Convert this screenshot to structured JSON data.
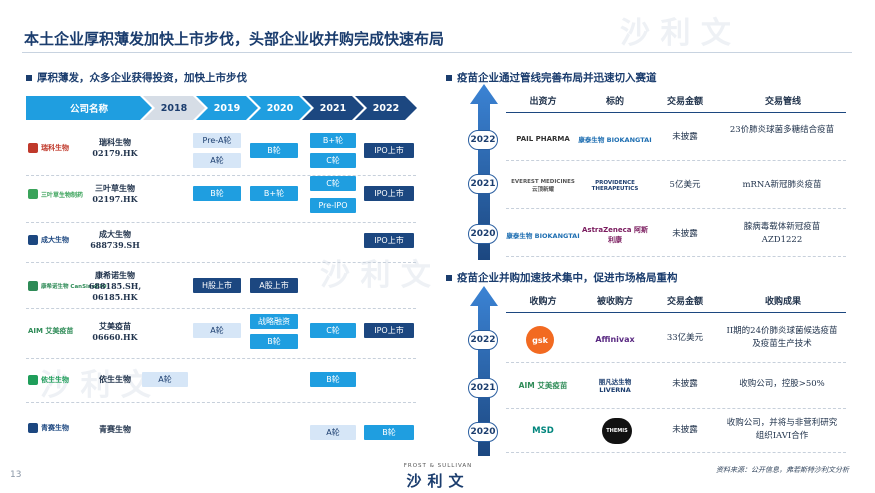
{
  "header": {
    "title": "本土企业厚积薄发加快上市步伐，头部企业收并购完成快速布局"
  },
  "left": {
    "section_title": "厚积薄发，众多企业获得投资，加快上市步伐",
    "timeline": {
      "label": "公司名称",
      "years": [
        "2018",
        "2019",
        "2020",
        "2021",
        "2022"
      ]
    },
    "companies": [
      {
        "logo_text": "瑞科生物",
        "name": "瑞科生物",
        "code": "02179.HK",
        "color": "#c0392b"
      },
      {
        "logo_text": "三叶草生物制药",
        "name": "三叶草生物",
        "code": "02197.HK",
        "color": "#3aa35a"
      },
      {
        "logo_text": "成大生物",
        "name": "成大生物",
        "code": "688739.SH",
        "color": "#1c4780"
      },
      {
        "logo_text": "康希诺生物 CanSinoBIO",
        "name": "康希诺生物",
        "code": "688185.SH,\n06185.HK",
        "color": "#2e8b57"
      },
      {
        "logo_text": "AIM 艾美疫苗",
        "name": "艾美疫苗",
        "code": "06660.HK",
        "color": "#2e8b57"
      },
      {
        "logo_text": "依生生物",
        "name": "依生生物",
        "code": "",
        "color": "#1f9e5a"
      },
      {
        "logo_text": "青赛生物",
        "name": "青赛生物",
        "code": "",
        "color": "#1c4780"
      }
    ],
    "boxes": {
      "r1_2019a": "Pre-A轮",
      "r1_2019b": "A轮",
      "r1_2020": "B轮",
      "r1_2021a": "B+轮",
      "r1_2021b": "C轮",
      "r1_2022": "IPO上市",
      "r2_2019": "B轮",
      "r2_2020": "B+轮",
      "r2_2021a": "C轮",
      "r2_2021b": "Pre-IPO",
      "r2_2022": "IPO上市",
      "r3_2022": "IPO上市",
      "r4_2019": "H股上市",
      "r4_2020": "A股上市",
      "r5_2019": "A轮",
      "r5_2020a": "战略融资",
      "r5_2020b": "B轮",
      "r5_2021": "C轮",
      "r5_2022": "IPO上市",
      "r6_2018": "A轮",
      "r6_2021": "B轮",
      "r7_2021": "A轮",
      "r7_2022": "B轮"
    }
  },
  "right_top": {
    "section_title": "疫苗企业通过管线完善布局并迅速切入赛道",
    "headers": [
      "出资方",
      "标的",
      "交易金额",
      "交易管线"
    ],
    "rows": [
      {
        "year": "2022",
        "investor": "PAIL PHARMA",
        "target": "康泰生物 BIOKANGTAI",
        "amount": "未披露",
        "pipeline": "23价肺炎球菌多糖结合疫苗"
      },
      {
        "year": "2021",
        "investor": "EVEREST MEDICINES 云顶新耀",
        "target": "PROVIDENCE THERAPEUTICS",
        "amount": "5亿美元",
        "pipeline": "mRNA新冠肺炎疫苗"
      },
      {
        "year": "2020",
        "investor": "康泰生物 BIOKANGTAI",
        "target": "AstraZeneca 阿斯利康",
        "amount": "未披露",
        "pipeline": "腺病毒载体新冠疫苗AZD1222"
      }
    ]
  },
  "right_bottom": {
    "section_title": "疫苗企业并购加速技术集中，促进市场格局重构",
    "headers": [
      "收购方",
      "被收购方",
      "交易金额",
      "收购成果"
    ],
    "rows": [
      {
        "year": "2022",
        "acquirer": "gsk",
        "target": "Affinivax",
        "amount": "33亿美元",
        "result": "II期的24价肺炎球菌候选疫苗及疫苗生产技术"
      },
      {
        "year": "2021",
        "acquirer": "AIM 艾美疫苗",
        "target": "丽凡达生物 LIVERNA",
        "amount": "未披露",
        "result": "收购公司，控股>50%"
      },
      {
        "year": "2020",
        "acquirer": "MSD",
        "target": "THEMIS",
        "amount": "未披露",
        "result": "收购公司，并将与非营利研究组织IAVI合作"
      }
    ]
  },
  "footer": {
    "page_number": "13",
    "brand_small": "FROST & SULLIVAN",
    "brand": "沙利文",
    "source": "资料来源：公开信息，弗若斯特沙利文分析"
  },
  "watermark": "沙 利 文"
}
